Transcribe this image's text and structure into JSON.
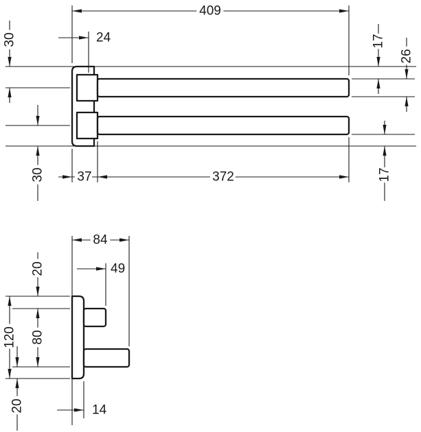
{
  "colors": {
    "line": "#191919",
    "background": "#ffffff"
  },
  "side_view": {
    "overall_length": "409",
    "pivot_offset": "24",
    "edge_to_top_bar_center": "30",
    "edge_to_top_bar": "17",
    "bar_height": "26",
    "bottom_bar_center_to_edge": "30",
    "wall_to_bar_start": "37",
    "bar_length": "372",
    "bar_to_bottom_edge": "17"
  },
  "front_view": {
    "overall_depth": "84",
    "top_margin": "20",
    "upper_arm_reach": "49",
    "plate_height": "120",
    "arms_outer_span": "80",
    "plate_thickness": "14",
    "bottom_margin": "20"
  }
}
